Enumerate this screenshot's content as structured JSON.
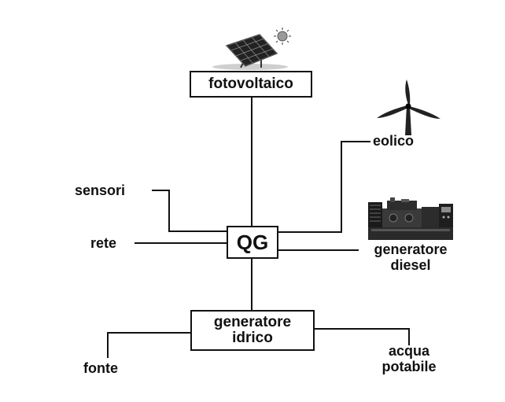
{
  "nodes": {
    "fotovoltaico": "fotovoltaico",
    "qg": "QG",
    "generatore_idrico": [
      "generatore",
      "idrico"
    ],
    "eolico": "eolico",
    "sensori": "sensori",
    "rete": "rete",
    "generatore_diesel": [
      "generatore",
      "diesel"
    ],
    "fonte": "fonte",
    "acqua_potabile": [
      "acqua",
      "potabile"
    ]
  },
  "icons": {
    "solar": "solar-panel-icon",
    "wind": "wind-turbine-icon",
    "diesel": "diesel-generator-icon"
  },
  "colors": {
    "line": "#111111",
    "text": "#111111",
    "background": "#ffffff"
  }
}
